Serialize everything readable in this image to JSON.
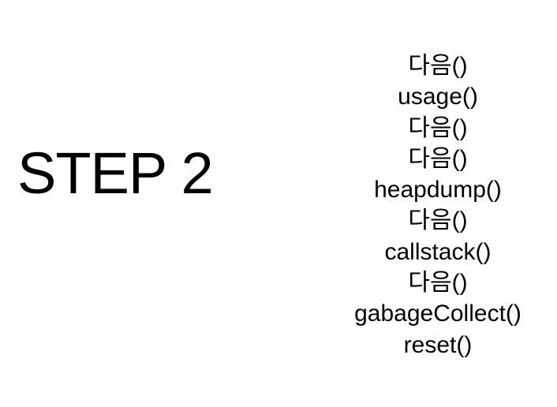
{
  "title": "STEP 2",
  "calls": [
    "다음()",
    "usage()",
    "다음()",
    "다음()",
    "heapdump()",
    "다음()",
    "callstack()",
    "다음()",
    "gabageCollect()",
    "reset()"
  ]
}
